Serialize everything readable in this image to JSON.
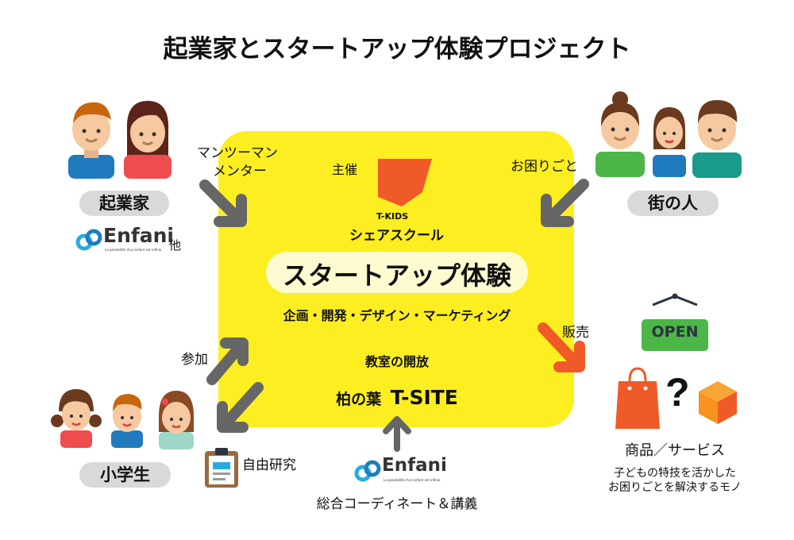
{
  "title": "起業家とスタートアップ体験プロジェクト",
  "entrepreneurs": {
    "label": "起業家",
    "partner_logo": "Enfani",
    "partner_tagline": "La possibilité d'un enfant est infinie.",
    "others": "他"
  },
  "mentor_label": [
    "マンツーマン",
    "メンター"
  ],
  "organizer": {
    "label": "主催",
    "logo_top": "T-KIDS",
    "logo_name": "シェアスクール"
  },
  "townspeople": {
    "label": "街の人",
    "arrow_label": "お困りごと"
  },
  "center": {
    "title": "スタートアップ体験",
    "subtitle": "企画・開発・デザイン・マーケティング",
    "classroom": "教室の開放",
    "venue_prefix": "柏の葉",
    "venue_name": "T-SITE"
  },
  "sales": {
    "label": "販売",
    "sign": "OPEN",
    "question": "?",
    "product_title": "商品／サービス",
    "product_desc": [
      "子どもの特技を活かした",
      "お困りごとを解決するモノ"
    ]
  },
  "students": {
    "label": "小学生",
    "join_label": "参加",
    "research_label": "自由研究"
  },
  "coordinator": {
    "logo": "Enfani",
    "tagline": "La possibilité d'un enfant est infinie.",
    "label": "総合コーディネート＆講義"
  },
  "colors": {
    "yellow": "#fcee21",
    "orange": "#f05a28",
    "arrow_gray": "#666666",
    "pill_gray": "#d9d9d9",
    "enfani_blue": "#29abe2",
    "open_green": "#4cb648"
  }
}
